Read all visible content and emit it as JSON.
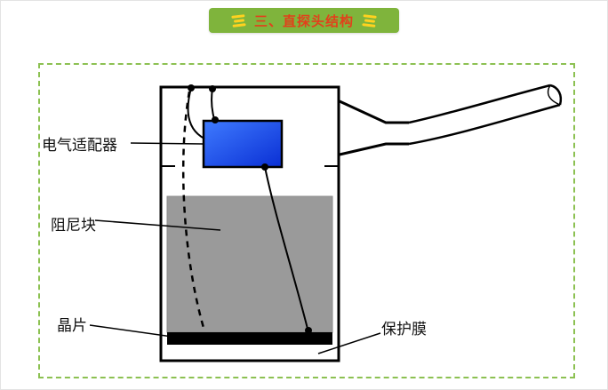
{
  "header": {
    "title": "三、直探头结构",
    "decor_icon": "triple-bar"
  },
  "diagram": {
    "labels": {
      "adapter": "电气适配器",
      "damping_block": "阻尼块",
      "crystal": "晶片",
      "protective_film": "保护膜"
    }
  },
  "colors": {
    "banner_green": "#7fb43c",
    "banner_text_red": "#e2401b",
    "decor_yellow": "#ffd21f",
    "frame_dashed_green": "#8cc152",
    "adapter_blue": "#1b54e0",
    "damping_gray": "#9a9a9a",
    "outline_black": "#000000"
  }
}
